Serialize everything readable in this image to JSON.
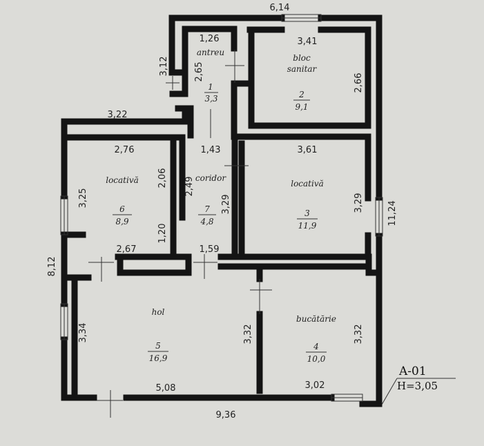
{
  "rooms": [
    {
      "name": "antreu",
      "number": "1",
      "area": "3,3"
    },
    {
      "name": "bloc",
      "name2": "sanitar",
      "number": "2",
      "area": "9,1"
    },
    {
      "name": "locativă",
      "number": "3",
      "area": "11,9"
    },
    {
      "name": "bucătărie",
      "number": "4",
      "area": "10,0"
    },
    {
      "name": "hol",
      "number": "5",
      "area": "16,9"
    },
    {
      "name": "locativă",
      "number": "6",
      "area": "8,9"
    },
    {
      "name": "coridor",
      "number": "7",
      "area": "4,8"
    }
  ],
  "dimensions": {
    "top_total": "6,14",
    "bath_top": "3,41",
    "antreu_top": "1,26",
    "antreu_left_outer": "3,12",
    "antreu_height": "2,65",
    "bath_right": "2,66",
    "left_room_top_wall": "3,22",
    "room6_top": "2,76",
    "corridor_top": "1,43",
    "room3_top": "3,61",
    "room6_left": "3,25",
    "room6_right_upper": "2,06",
    "room6_right_lower": "1,20",
    "corridor_left": "2,49",
    "corridor_right": "3,29",
    "room3_right": "3,29",
    "right_total": "11,24",
    "left_total": "8,12",
    "hol_top": "2,67",
    "corridor_bottom_door": "1,59",
    "hol_left": "3,34",
    "hol_right": "3,32",
    "kitchen_right": "3,32",
    "hol_bottom": "5,08",
    "kitchen_bottom": "3,02",
    "bottom_total": "9,36"
  },
  "stamp": {
    "code": "A-01",
    "height": "H=3,05"
  }
}
